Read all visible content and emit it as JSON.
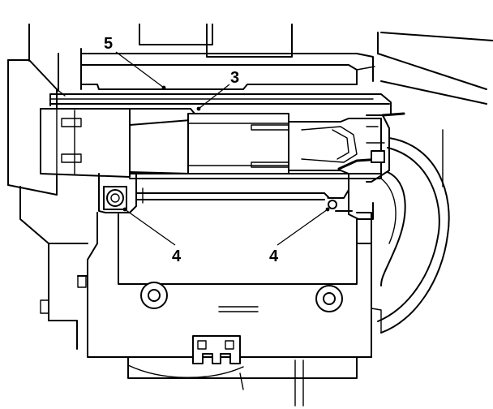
{
  "callouts": [
    {
      "id": "5",
      "label": "5"
    },
    {
      "id": "3",
      "label": "3"
    },
    {
      "id": "4a",
      "label": "4"
    },
    {
      "id": "4b",
      "label": "4"
    }
  ]
}
